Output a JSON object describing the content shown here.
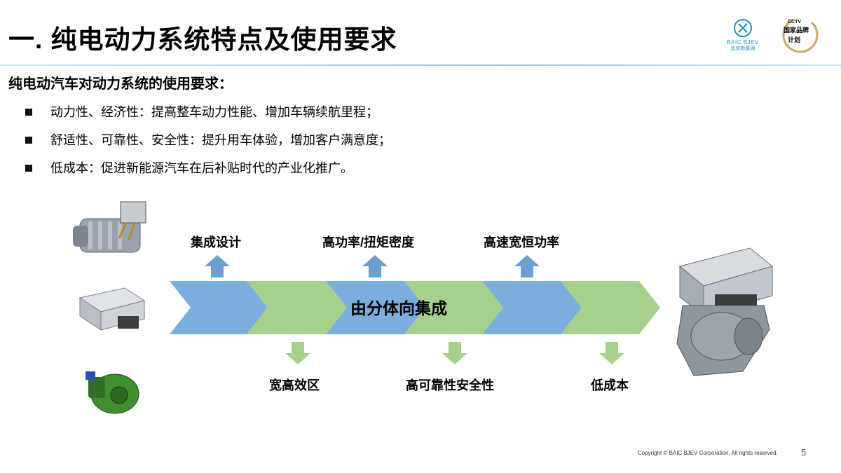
{
  "slide": {
    "title": "一. 纯电动力系统特点及使用要求",
    "subtitle": "纯电动汽车对动力系统的使用要求：",
    "bullets": [
      "动力性、经济性：提高整车动力性能、增加车辆续航里程；",
      "舒适性、可靠性、安全性：提升用车体验，增加客户满意度；",
      "低成本：促进新能源汽车在后补贴时代的产业化推广。"
    ]
  },
  "logos": {
    "baic_en": "BAIC BJEV",
    "baic_cn": "北京新能源",
    "brand_line1": "CCTV",
    "brand_line2": "国家品牌",
    "brand_line3": "计划"
  },
  "diagram": {
    "center_text": "由分体向集成",
    "top_labels": [
      "集成设计",
      "高功率/扭矩密度",
      "高速宽恒功率"
    ],
    "bottom_labels": [
      "宽高效区",
      "高可靠性安全性",
      "低成本"
    ],
    "colors": {
      "blue": "#7aaedd",
      "green": "#a8d08d",
      "arrow_blue": "#6e9fd2",
      "arrow_green": "#a8d08d"
    }
  },
  "footer": {
    "copyright": "Copyright © BAIC BJEV Corporation, All rights reserved.",
    "page": "5"
  }
}
